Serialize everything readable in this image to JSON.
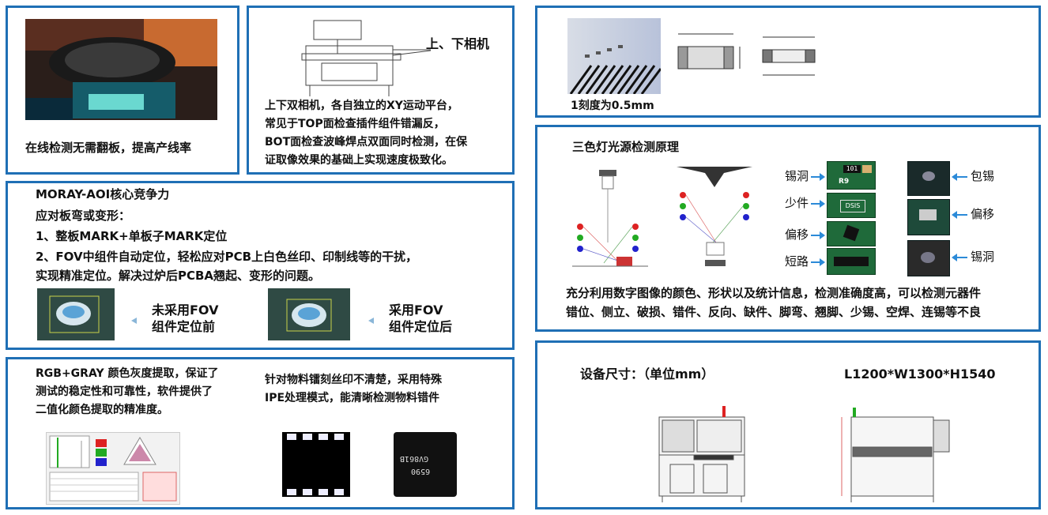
{
  "panel_top_left": {
    "caption": "在线检测无需翻板，提高产线率"
  },
  "panel_cameras": {
    "title": "上、下相机",
    "lines": [
      "上下双相机，各自独立的XY运动平台，",
      "常见于TOP面检查插件组件错漏反，",
      "BOT面检查波峰焊点双面同时检测，在保",
      "证取像效果的基础上实现速度极致化。"
    ]
  },
  "panel_scale": {
    "caption": "1刻度为0.5mm"
  },
  "panel_moray": {
    "lines": [
      "MORAY-AOI核心竞争力",
      "应对板弯或变形：",
      "1、整板MARK+单板子MARK定位",
      "2、FOV中组件自动定位，轻松应对PCB上白色丝印、印制线等的干扰，",
      "实现精准定位。解决过炉后PCBA翘起、变形的问题。"
    ],
    "before_label": [
      "未采用FOV",
      "组件定位前"
    ],
    "after_label": [
      "采用FOV",
      "组件定位后"
    ]
  },
  "panel_light": {
    "title": "三色灯光源检测原理",
    "left_defects": [
      "锡洞",
      "少件",
      "偏移",
      "短路"
    ],
    "right_defects": [
      "包锡",
      "偏移",
      "锡洞"
    ],
    "chip_labels": [
      "101",
      "R9",
      "DSIS"
    ],
    "lines": [
      "充分利用数字图像的颜色、形状以及统计信息，检测准确度高，可以检测元器件",
      "错位、侧立、破损、错件、反向、缺件、脚弯、翘脚、少锡、空焊、连锡等不良"
    ]
  },
  "panel_rgb": {
    "left_lines": [
      "RGB+GRAY 颜色灰度提取，保证了",
      "测试的稳定性和可靠性，软件提供了",
      "二值化颜色提取的精准度。"
    ],
    "right_lines": [
      "针对物料镭刻丝印不清楚，采用特殊",
      "IPE处理模式，能清晰检测物料错件"
    ],
    "chip_marking": [
      "GV861B",
      "6590"
    ]
  },
  "panel_size": {
    "label": "设备尺寸：（单位mm）",
    "dims": "L1200*W1300*H1540"
  },
  "colors": {
    "border": "#1f6fb5",
    "arrow": "#2b8ad8"
  }
}
